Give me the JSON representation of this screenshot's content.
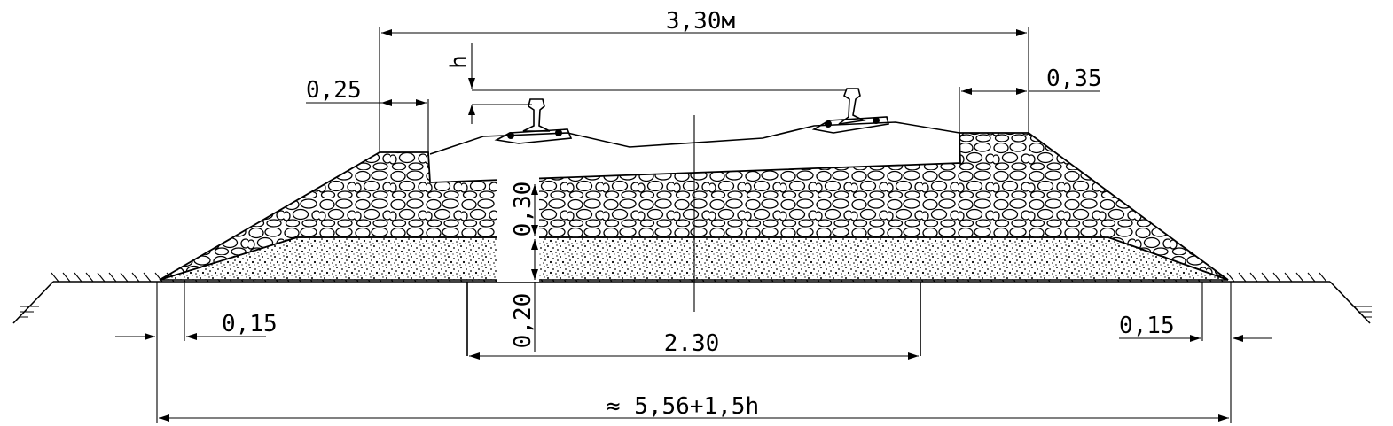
{
  "diagram": {
    "labels": {
      "top_width": "3,30м",
      "left_shoulder": "0,25",
      "right_shoulder": "0,35",
      "superelevation": "h",
      "ballast_depth": "0,30",
      "sand_depth": "0,20",
      "subgrade_width": "2.30",
      "left_edge": "0,15",
      "right_edge": "0,15",
      "base_width": "≈ 5,56+1,5h"
    }
  }
}
